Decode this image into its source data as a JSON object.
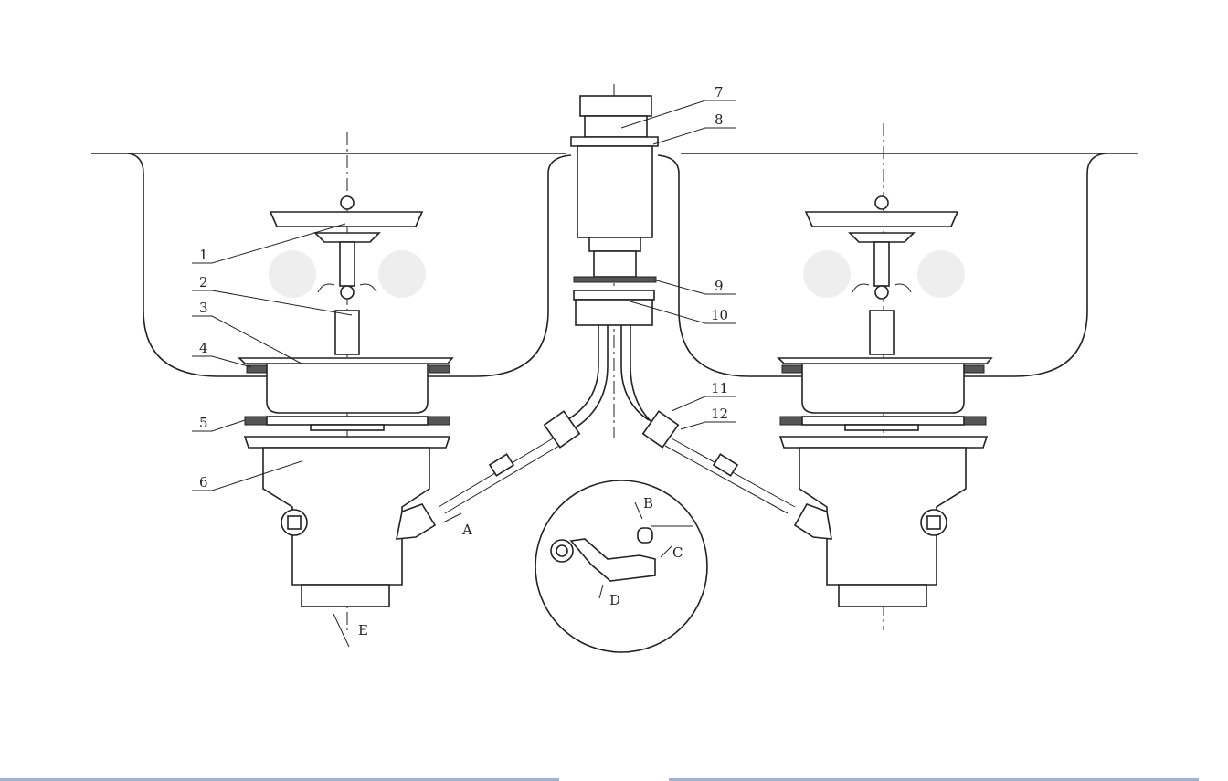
{
  "diagram": {
    "part_labels": [
      "1",
      "2",
      "3",
      "4",
      "5",
      "6",
      "7",
      "8",
      "9",
      "10",
      "11",
      "12"
    ],
    "detail_labels": {
      "A": "A",
      "B": "B",
      "C": "C",
      "D": "D",
      "E": "E"
    }
  }
}
